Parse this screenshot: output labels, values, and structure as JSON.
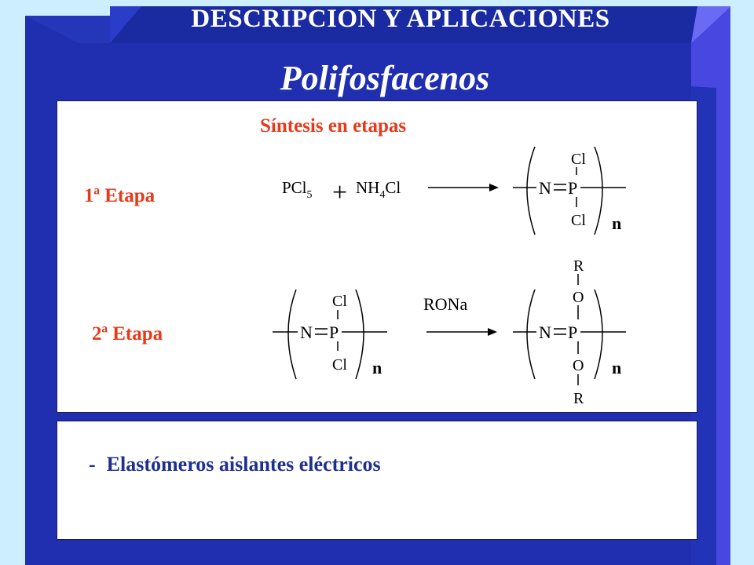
{
  "slide": {
    "header_title": "DESCRIPCION Y APLICACIONES",
    "main_title": "Polifosfacenos"
  },
  "synthesis": {
    "title": "Síntesis en etapas",
    "stage1": {
      "label": "1ª Etapa",
      "reactant_1": "PCl",
      "reactant_1_sub": "5",
      "plus": "+",
      "reactant_2_a": "NH",
      "reactant_2_sub": "4",
      "reactant_2_b": "Cl",
      "product": {
        "backbone_n": "N",
        "backbone_p": "P",
        "top": "Cl",
        "bottom": "Cl",
        "repeat": "n"
      }
    },
    "stage2": {
      "label": "2ª Etapa",
      "reagent": "RONa",
      "reactant": {
        "backbone_n": "N",
        "backbone_p": "P",
        "top": "Cl",
        "bottom": "Cl",
        "repeat": "n"
      },
      "product": {
        "backbone_n": "N",
        "backbone_p": "P",
        "top_o": "O",
        "top_r": "R",
        "bottom_o": "O",
        "bottom_r": "R",
        "repeat": "n"
      }
    }
  },
  "applications": {
    "dash": "-",
    "item": "Elastómeros aislantes eléctricos"
  },
  "colors": {
    "frame_dark": "#1a2aa0",
    "frame_mid": "#2a3cc8",
    "frame_light": "#5c5cf0",
    "outer_bg": "#cceeff",
    "label_red": "#e83a1a",
    "text_blue": "#1f2f90"
  }
}
